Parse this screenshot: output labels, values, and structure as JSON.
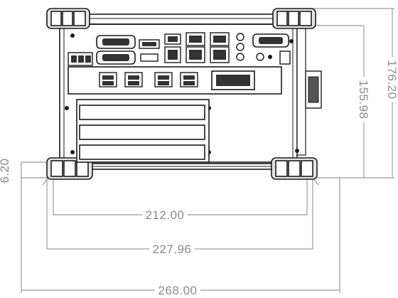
{
  "dimensions": {
    "inner_width": "212.00",
    "mid_width": "227.96",
    "overall_width": "268.00",
    "inner_height": "155.98",
    "overall_height": "176.20",
    "foot_height": "6.20"
  }
}
